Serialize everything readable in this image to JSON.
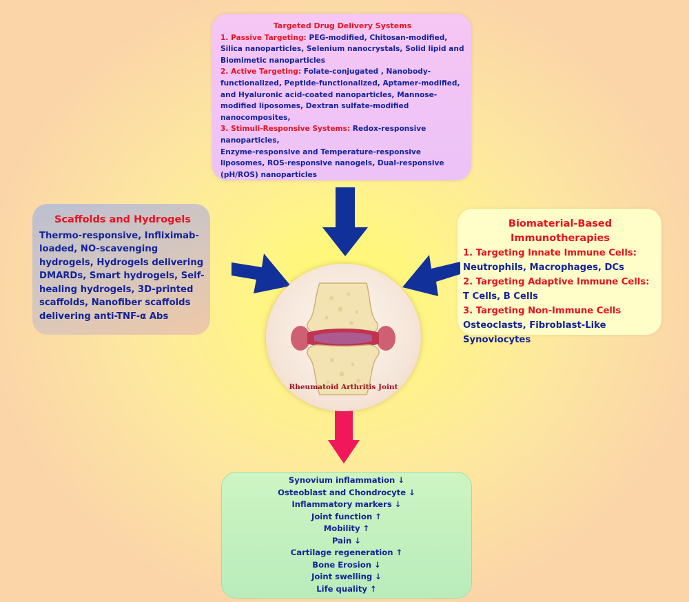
{
  "drug_delivery": {
    "title": "Targeted Drug Delivery Systems",
    "passive_label": "1. Passive Targeting:",
    "passive_text": " PEG-modified, Chitosan-modified, Silica nanoparticles, Selenium nanocrystals, Solid lipid and Biomimetic nanoparticles",
    "active_label": "2. Active Targeting:",
    "active_text": " Folate-conjugated , Nanobody-functionalized, Peptide-functionalized, Aptamer-modified, and Hyaluronic acid-coated nanoparticles, Mannose-modified liposomes, Dextran sulfate-modified nanocomposites,",
    "stimuli_label": "3. Stimuli-Responsive Systems:",
    "stimuli_text": " Redox-responsive nanoparticles,",
    "stimuli_text2": "Enzyme-responsive and Temperature-responsive liposomes, ROS-responsive nanogels, Dual-responsive (pH/ROS) nanoparticles"
  },
  "scaffolds": {
    "title": "Scaffolds and Hydrogels",
    "text": "Thermo-responsive, Infliximab-loaded, NO-scavenging hydrogels, Hydrogels delivering DMARDs, Smart hydrogels, Self-healing hydrogels, 3D-printed scaffolds, Nanofiber scaffolds delivering anti-TNF-α Abs"
  },
  "immunotherapies": {
    "title": "Biomaterial-Based Immunotherapies",
    "items": [
      {
        "label": "1. Targeting Innate Immune Cells:",
        "text": "Neutrophils, Macrophages, DCs"
      },
      {
        "label": "2. Targeting Adaptive Immune Cells:",
        "text": "T Cells, B Cells"
      },
      {
        "label": "3. Targeting Non-Immune Cells",
        "text": "Osteoclasts, Fibroblast-Like Synoviocytes"
      }
    ]
  },
  "joint": {
    "label": "Rheumatoid Arthritis Joint"
  },
  "outcomes": [
    "Synovium inflammation ↓",
    "Osteoblast and Chondrocyte ↓",
    "Inflammatory markers ↓",
    "Joint function ↑",
    "Mobility ↑",
    "Pain ↓",
    "Cartilage regeneration ↑",
    "Bone Erosion ↓",
    "Joint swelling ↓",
    "Life quality ↑"
  ],
  "colors": {
    "heading_red": "#e8121f",
    "text_blue": "#13239b",
    "arrow_blue": "#12309a",
    "arrow_pink": "#f0185a"
  }
}
